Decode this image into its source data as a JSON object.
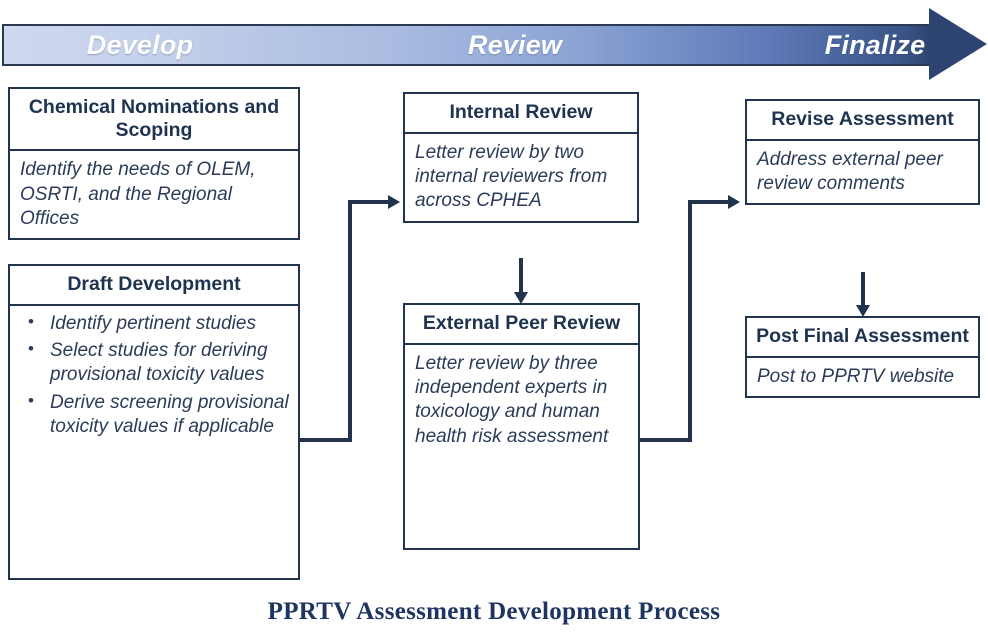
{
  "banner": {
    "phases": [
      {
        "label": "Develop"
      },
      {
        "label": "Review"
      },
      {
        "label": "Finalize"
      }
    ],
    "gradient_start": "#cfd8ef",
    "gradient_end": "#2e4470",
    "text_color": "#ffffff"
  },
  "colors": {
    "border": "#22334d",
    "title_text": "#1f3350",
    "body_text": "#2b3c58",
    "caption_text": "#1f3460",
    "box_fill": "#ffffff"
  },
  "nodes": {
    "chemical_nominations": {
      "title": "Chemical Nominations and Scoping",
      "body": "Identify the needs of OLEM, OSRTI, and the Regional Offices"
    },
    "draft_development": {
      "title": "Draft Development",
      "bullets": [
        "Identify pertinent studies",
        "Select studies for deriving provisional toxicity values",
        "Derive screening provisional toxicity values if applicable"
      ]
    },
    "internal_review": {
      "title": "Internal Review",
      "body": "Letter review by two internal reviewers from across CPHEA"
    },
    "external_peer_review": {
      "title": "External Peer Review",
      "body": "Letter review by three independent experts in toxicology and human health risk assessment"
    },
    "revise_assessment": {
      "title": "Revise Assessment",
      "body": "Address external peer review comments"
    },
    "post_final_assessment": {
      "title": "Post Final Assessment",
      "body": "Post to PPRTV website"
    }
  },
  "caption": "PPRTV Assessment Development Process"
}
